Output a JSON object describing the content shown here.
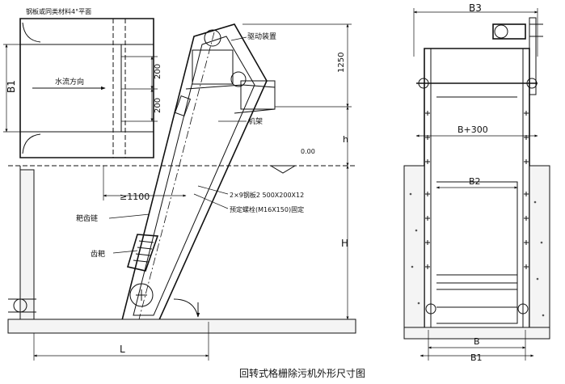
{
  "caption": "回转式格栅除污机外形尺寸图",
  "left_view": {
    "channel_note": "钢板或同类材料4°平面",
    "dim_b1": "B1",
    "flow_label": "水流方向",
    "dim_200_top": "200",
    "dim_200_bottom": "200",
    "drive_label": "驱动装置",
    "dim_1250": "1250",
    "frame_label": "机架",
    "dim_h_small": "h",
    "elevation": "0.00",
    "dim_1100": "≥1100",
    "anchor_note_1": "2×9钢板2 500X200X12",
    "anchor_note_2": "预定螺栓(M16X150)固定",
    "rake_label": "耙齿链",
    "tooth_label": "齿耙",
    "dim_h_big": "H",
    "dim_l": "L"
  },
  "right_view": {
    "dim_b3": "B3",
    "dim_b300": "B+300",
    "dim_b2": "B2",
    "dim_b": "B",
    "dim_b1": "B1"
  }
}
